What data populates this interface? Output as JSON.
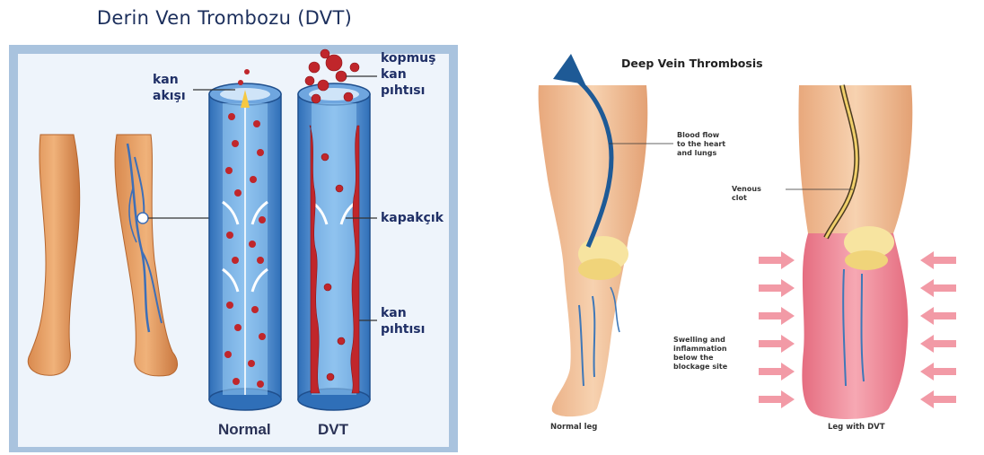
{
  "turkish_diagram": {
    "title": "Derin Ven Trombozu (DVT)",
    "labels": {
      "kan_akisi_1": "kan",
      "kan_akisi_2": "akışı",
      "kopmus_1": "kopmuş",
      "kopmus_2": "kan",
      "kopmus_3": "pıhtısı",
      "kapakcik": "kapakçık",
      "kan_pihtisi_1": "kan",
      "kan_pihtisi_2": "pıhtısı"
    },
    "bottom_labels": {
      "normal": "Normal",
      "dvt": "DVT"
    },
    "colors": {
      "frame": "#a9c3de",
      "inner_bg": "#eaf2fb",
      "title": "#1c2f5c",
      "label": "#1f2f66",
      "vein_blue": "#3c7ed0",
      "clot_red": "#c0262b"
    }
  },
  "english_diagram": {
    "title": "Deep Vein Thrombosis",
    "annotations": {
      "blood_flow": [
        "Blood flow",
        "to the heart",
        "and lungs"
      ],
      "venous_clot": [
        "Venous",
        "clot"
      ],
      "swelling": [
        "Swelling and",
        "inflammation",
        "below the",
        "blockage site"
      ]
    },
    "captions": {
      "normal_leg": "Normal leg",
      "dvt_leg": "Leg with DVT"
    },
    "colors": {
      "skin": "#f3c6a0",
      "swollen": "#ee8d9a",
      "arrow": "#1e5a96",
      "knee": "#f7e4a0",
      "pink_arrow": "#f29aa6"
    }
  }
}
